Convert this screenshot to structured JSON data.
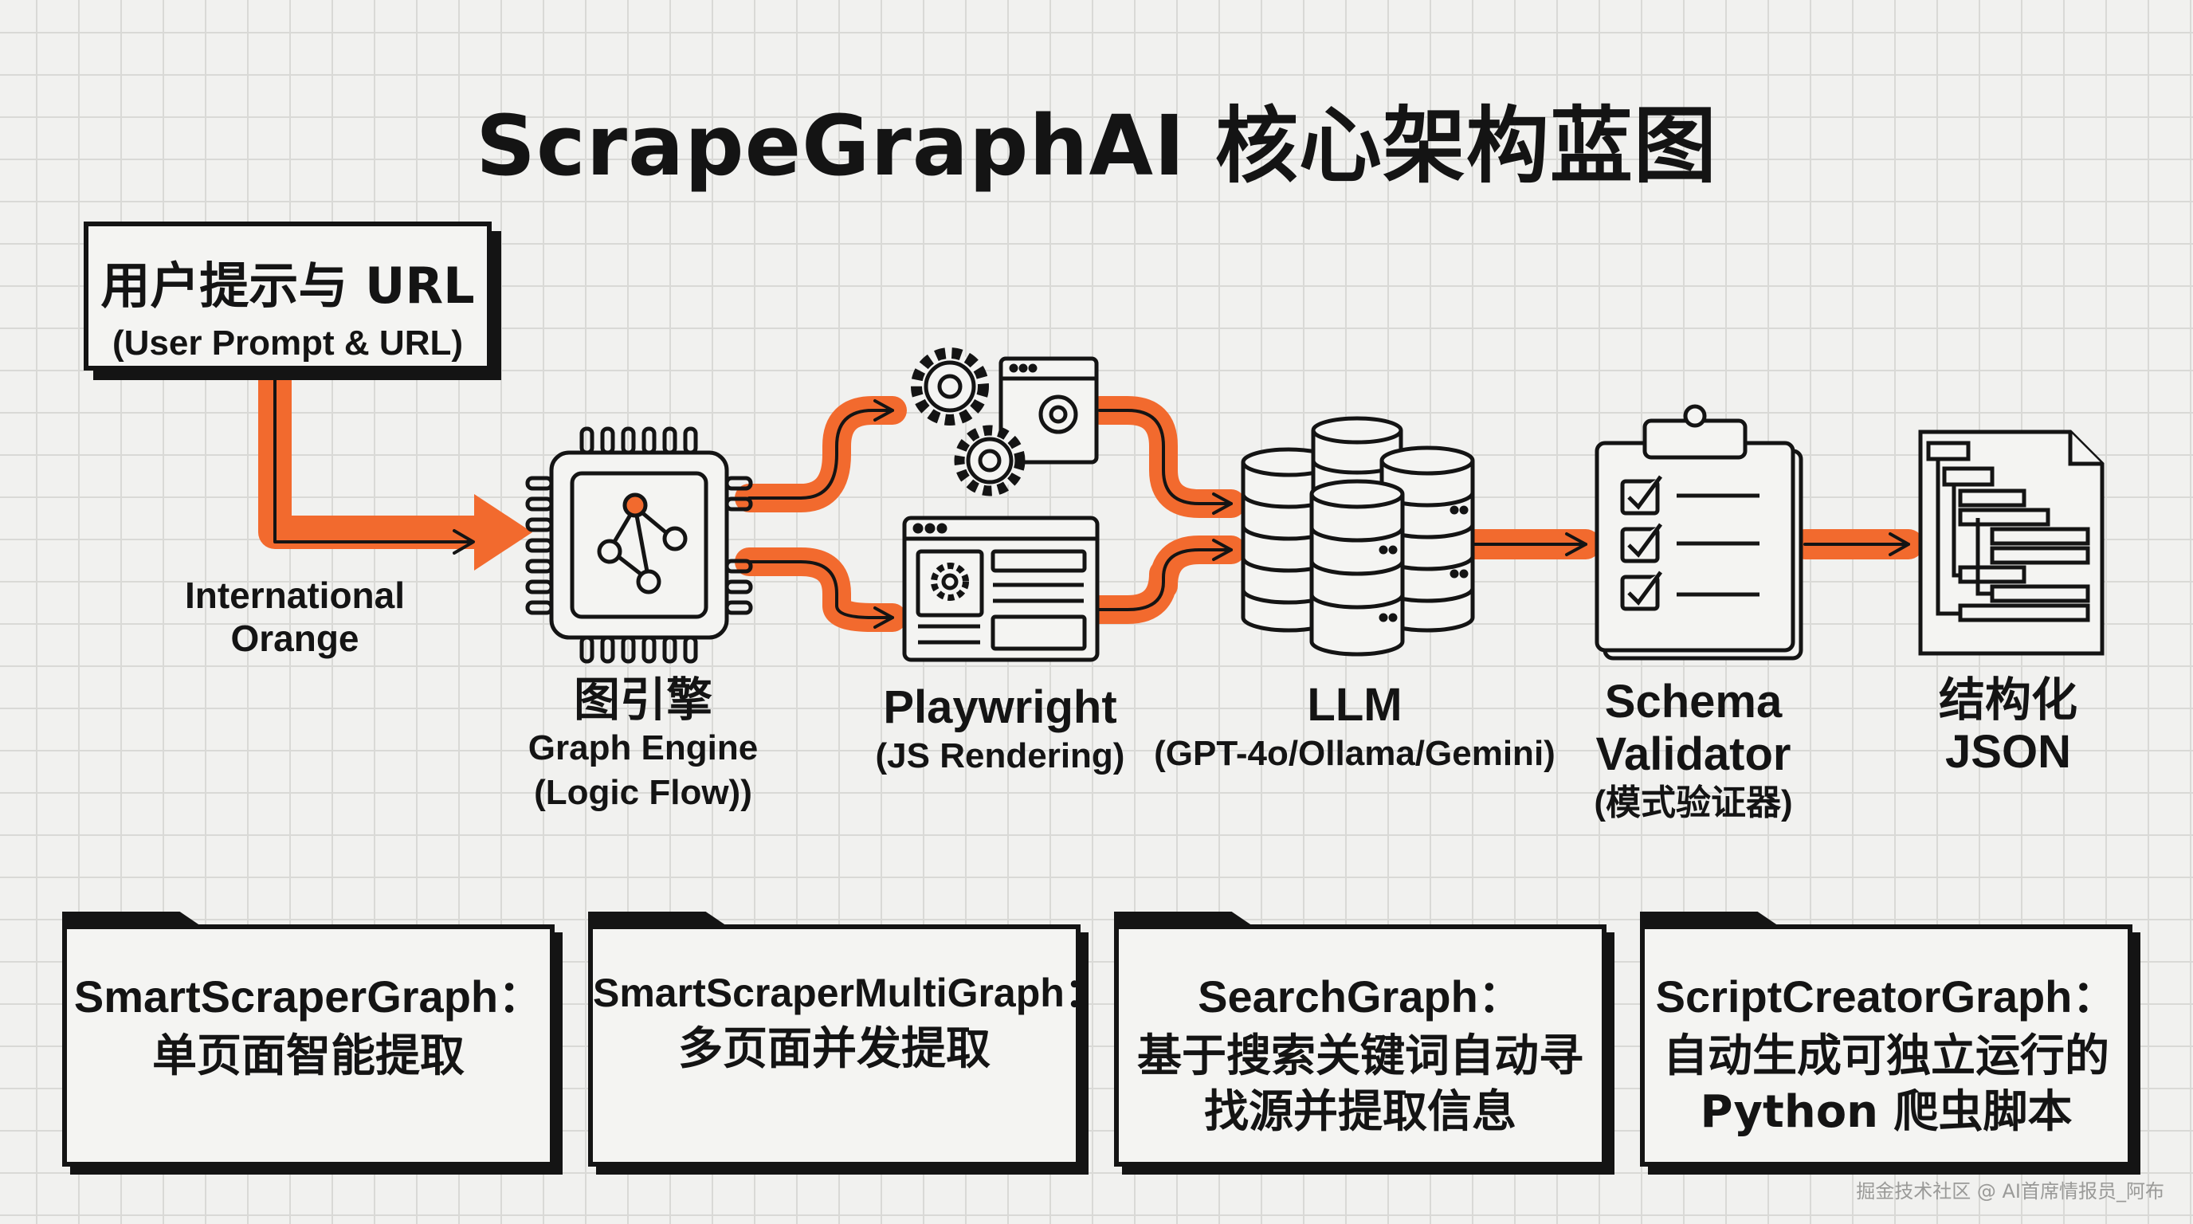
{
  "title": "ScrapeGraphAI 核心架构蓝图",
  "input": {
    "title": "用户提示与 URL",
    "subtitle": "(User Prompt & URL)"
  },
  "color_label": "International Orange",
  "stages": {
    "engine": {
      "name": "图引擎",
      "line2": "Graph Engine",
      "line3": "(Logic Flow))"
    },
    "playwright": {
      "name": "Playwright",
      "line2": "(JS Rendering)"
    },
    "llm": {
      "name": "LLM",
      "line2": "(GPT-4o/Ollama/Gemini)"
    },
    "schema": {
      "name": "Schema",
      "line2": "Validator",
      "line3": "(模式验证器)"
    },
    "json": {
      "name": "结构化",
      "line2": "JSON"
    }
  },
  "cards": [
    {
      "title": "SmartScraperGraph：",
      "desc": "单页面智能提取"
    },
    {
      "title": "SmartScraperMultiGraph：",
      "desc": "多页面并发提取"
    },
    {
      "title": "SearchGraph：",
      "desc": "基于搜索关键词自动寻找源并提取信息"
    },
    {
      "title": "ScriptCreatorGraph：",
      "desc": "自动生成可独立运行的 Python 爬虫脚本"
    }
  ],
  "watermark": "掘金技术社区 @ AI首席情报员_阿布",
  "colors": {
    "accent": "#f26a2e",
    "ink": "#141414",
    "paper": "#f4f4f2",
    "background": "#f1f1ef"
  },
  "icons": {
    "engine": "chip-graph-icon",
    "gears": "gears-settings-icon",
    "playwright": "browser-render-icon",
    "llm": "database-stack-icon",
    "schema": "clipboard-checklist-icon",
    "json": "document-tree-icon"
  }
}
